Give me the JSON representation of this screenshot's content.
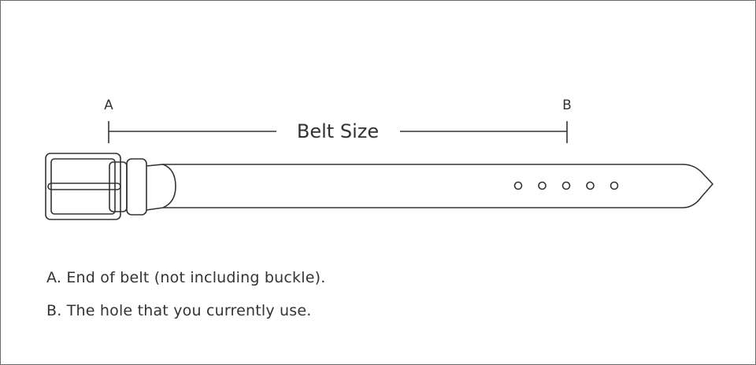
{
  "diagram": {
    "marker_a": "A",
    "marker_b": "B",
    "title": "Belt Size",
    "stroke_color": "#333333",
    "hole_count": 5
  },
  "legend": {
    "a": "A. End of belt (not including buckle).",
    "b": "B. The hole that you currently use."
  }
}
